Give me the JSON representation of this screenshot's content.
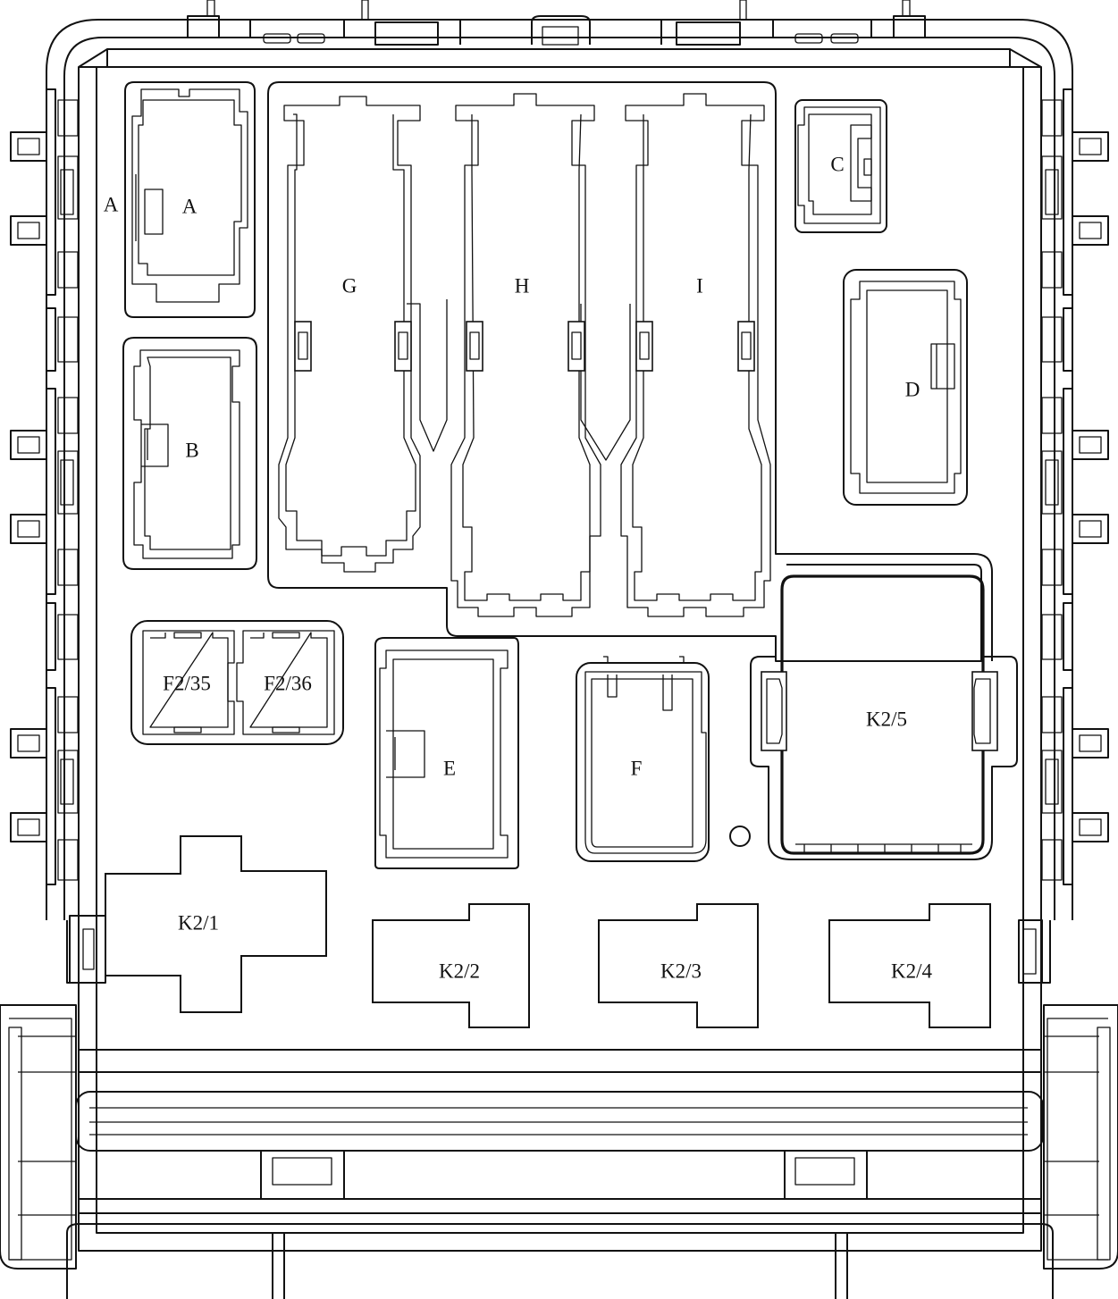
{
  "labels": {
    "a_outer": "A",
    "a_inner": "A",
    "b": "B",
    "c": "C",
    "d": "D",
    "e": "E",
    "f": "F",
    "g": "G",
    "h": "H",
    "i": "I",
    "f2_35": "F2/35",
    "f2_36": "F2/36",
    "k2_1": "K2/1",
    "k2_2": "K2/2",
    "k2_3": "K2/3",
    "k2_4": "K2/4",
    "k2_5": "K2/5"
  },
  "colors": {
    "line": "#111111",
    "background": "#ffffff"
  }
}
